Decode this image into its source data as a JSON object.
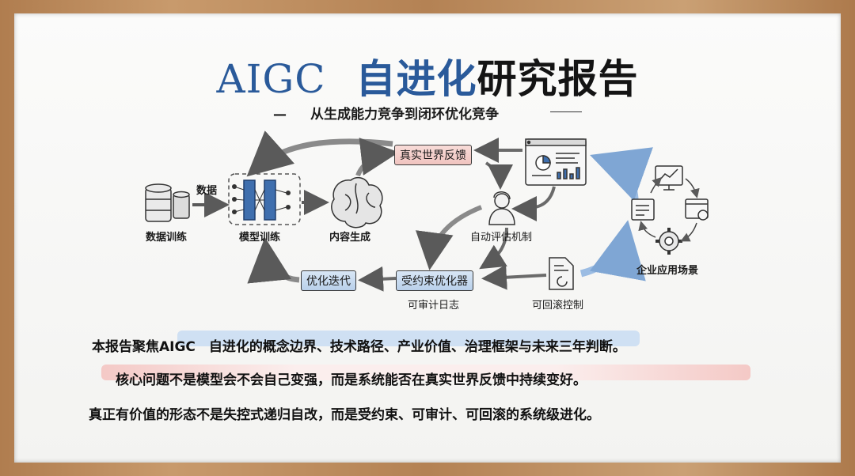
{
  "title": {
    "part1": "AIGC",
    "part2": "自进化",
    "part3": "研究报告"
  },
  "subtitle": {
    "dash": "—",
    "text": "从生成能力竞争到闭环优化竞争"
  },
  "diagram": {
    "data_label": "数据",
    "nodes": {
      "data_training": "数据训练",
      "model_training": "模型训练",
      "content_generation": "内容生成",
      "real_world_feedback": "真实世界反馈",
      "auto_evaluation": "自动评估机制",
      "constrained_optimizer": "受约束优化器",
      "auditable_log": "可审计日志",
      "iteration": "优化迭代",
      "rollback": "可回滚控制",
      "enterprise_scenarios": "企业应用场景"
    }
  },
  "summary": [
    "本报告聚焦AIGC　自进化的概念边界、技术路径、产业价值、治理框架与未来三年判断。",
    "核心问题不是模型会不会自己变强，而是系统能否在真实世界反馈中持续变好。",
    "真正有价值的形态不是失控式递归自改，而是受约束、可审计、可回滚的系统级进化。"
  ],
  "colors": {
    "accent_blue": "#2a5a9a",
    "highlight_blue": "#cfe0f3",
    "highlight_pink": "#f4c9c6"
  }
}
